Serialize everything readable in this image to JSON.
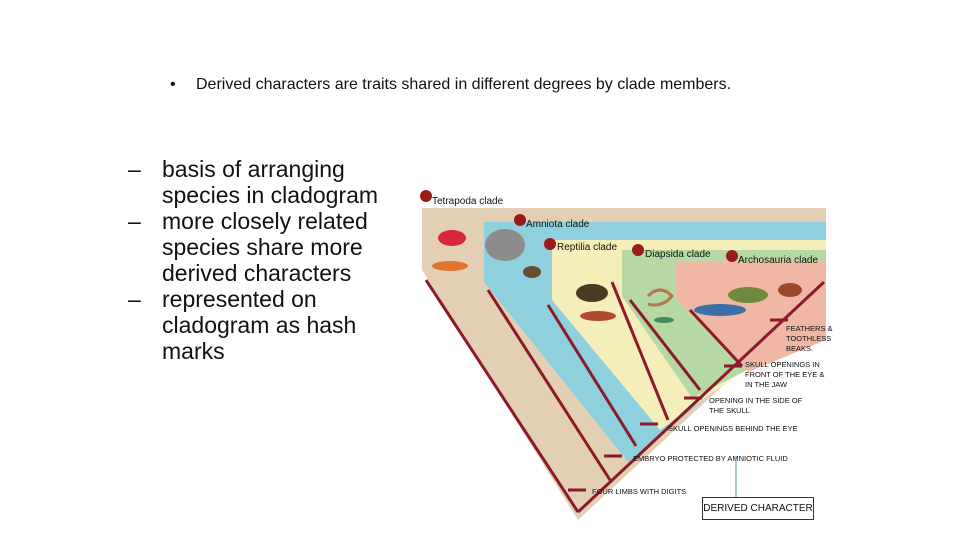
{
  "slide": {
    "bullet": "Derived characters are traits shared in different degrees by clade members.",
    "bullet_marker": "•",
    "sub_bullets": [
      "basis of arranging species in cladogram",
      "more closely related species share more derived characters",
      "represented on cladogram as hash marks"
    ],
    "dash": "–"
  },
  "cladogram": {
    "clades": [
      "Tetrapoda clade",
      "Amniota clade",
      "Reptilia clade",
      "Diapsida clade",
      "Archosauria clade"
    ],
    "characters": [
      "FEATHERS & TOOTHLESS BEAKS.",
      "SKULL OPENINGS IN FRONT OF THE EYE & IN THE JAW",
      "OPENING IN THE SIDE OF THE SKULL",
      "SKULL OPENINGS BEHIND THE EYE",
      "EMBRYO PROTECTED BY AMNIOTIC FLUID",
      "FOUR LIMBS WITH DIGITS"
    ],
    "legend_box": "DERIVED CHARACTER",
    "colors": {
      "branch": "#8b1a2b",
      "node": "#9b1b1b",
      "tetrapoda_band": "#e3cfb4",
      "amniota_band": "#8fd0de",
      "reptilia_band": "#f6eeb8",
      "diapsida_band": "#b6d9a4",
      "archosauria_band": "#f0b8a4",
      "legend_line": "#6fa8c8"
    }
  }
}
